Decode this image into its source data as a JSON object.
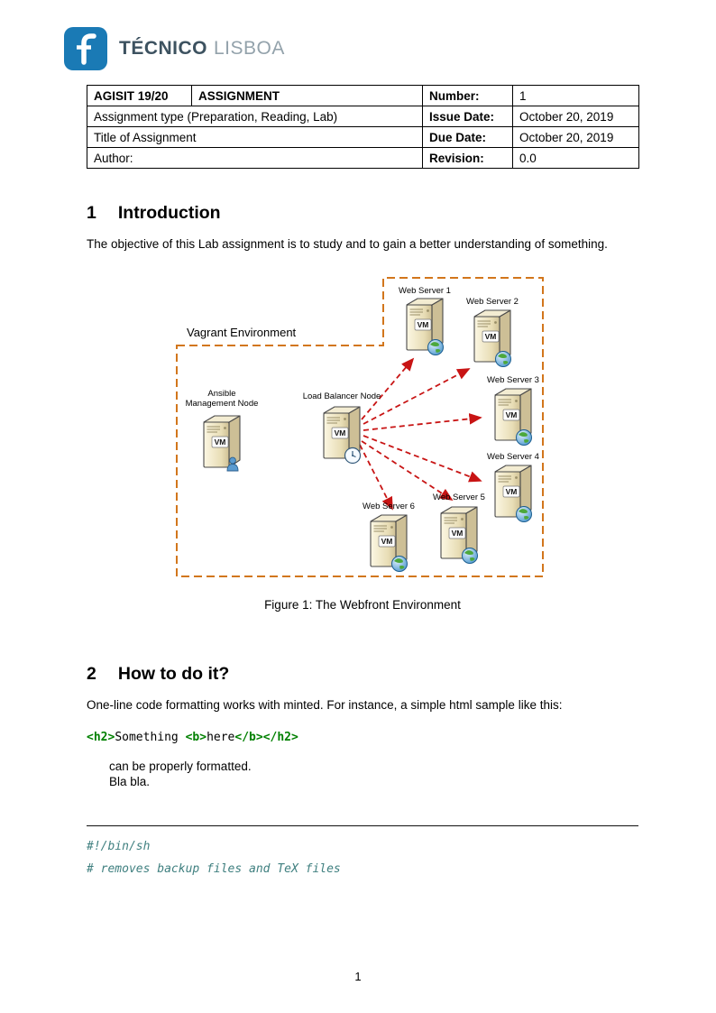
{
  "logo": {
    "brand_primary": "TÉCNICO",
    "brand_secondary": "LISBOA"
  },
  "info_table": {
    "course": "AGISIT 19/20",
    "doc_type": "ASSIGNMENT",
    "number_label": "Number:",
    "number_value": "1",
    "assignment_type": "Assignment type (Preparation, Reading, Lab)",
    "issue_date_label": "Issue Date:",
    "issue_date_value": "October 20, 2019",
    "title_row": "Title of Assignment",
    "due_date_label": "Due Date:",
    "due_date_value": "October 20, 2019",
    "author_label": "Author:",
    "revision_label": "Revision:",
    "revision_value": "0.0"
  },
  "section1": {
    "number": "1",
    "title": "Introduction",
    "paragraph": "The objective of this Lab assignment is to study and to gain a better understanding of something."
  },
  "figure": {
    "environment_label": "Vagrant Environment",
    "ansible_label_line1": "Ansible",
    "ansible_label_line2": "Management Node",
    "load_balancer_label": "Load Balancer Node",
    "vm_badge": "VM",
    "web_servers": [
      "Web Server 1",
      "Web Server 2",
      "Web Server 3",
      "Web Server 4",
      "Web Server 5",
      "Web Server 6"
    ],
    "caption": "Figure 1: The Webfront Environment",
    "colors": {
      "environment_border": "#d2761c",
      "arrow": "#c81414"
    }
  },
  "section2": {
    "number": "2",
    "title": "How to do it?",
    "paragraph": "One-line code formatting works with minted. For instance, a simple html sample like this:",
    "code_inline": {
      "tag_open_h2": "<h2>",
      "text1": "Something ",
      "tag_open_b": "<b>",
      "text2": "here",
      "tag_close_b": "</b>",
      "tag_close_h2": "</h2>"
    },
    "note_line1": "can be properly formatted.",
    "note_line2": "Bla bla."
  },
  "code_block": {
    "line1": "#!/bin/sh",
    "line2": "# removes backup files and TeX files"
  },
  "footer": {
    "page_number": "1"
  }
}
